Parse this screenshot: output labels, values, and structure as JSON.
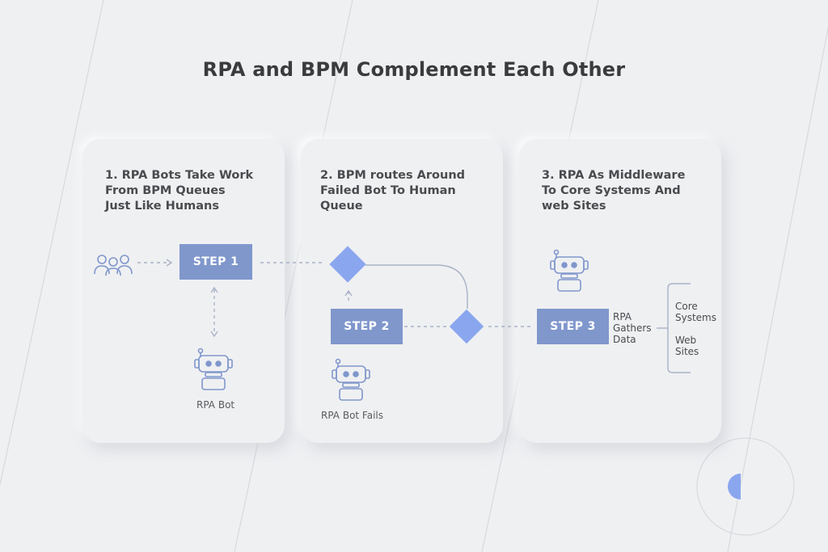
{
  "title": "RPA and BPM Complement Each Other",
  "cards": [
    {
      "heading": "1. RPA Bots Take Work\nFrom BPM Queues\nJust Like Humans",
      "step_label": "STEP 1",
      "bot_caption": "RPA Bot"
    },
    {
      "heading": "2. BPM routes Around\nFailed Bot To Human\nQueue",
      "step_label": "STEP 2",
      "bot_caption": "RPA Bot Fails"
    },
    {
      "heading": "3. RPA As Middleware\nTo Core Systems And\nweb Sites",
      "step_label": "STEP 3",
      "gathers_label": "RPA\nGathers\nData",
      "targets": [
        "Core\nSystems",
        "Web\nSites"
      ]
    }
  ],
  "icons": {
    "people": "users-icon",
    "robot": "robot-icon",
    "decision": "diamond-icon"
  },
  "colors": {
    "accent": "#8097cc",
    "diamond": "#8aa6ee",
    "connector": "#a9b2c6",
    "background": "#eff0f2",
    "text": "#3a3b3d"
  }
}
